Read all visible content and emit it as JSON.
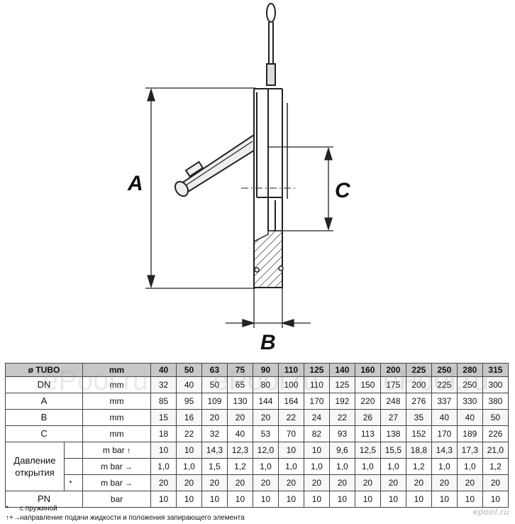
{
  "drawing": {
    "label_a": "A",
    "label_b": "B",
    "label_c": "C"
  },
  "table": {
    "header": {
      "size_label": "ø TUBO",
      "unit_label": "mm",
      "sizes": [
        "40",
        "50",
        "63",
        "75",
        "90",
        "110",
        "125",
        "140",
        "160",
        "200",
        "225",
        "250",
        "280",
        "315"
      ]
    },
    "rows": {
      "dn": {
        "label": "DN",
        "unit": "mm",
        "values": [
          "32",
          "40",
          "50",
          "65",
          "80",
          "100",
          "110",
          "125",
          "150",
          "175",
          "200",
          "225",
          "250",
          "300"
        ]
      },
      "a": {
        "label": "A",
        "unit": "mm",
        "values": [
          "85",
          "95",
          "109",
          "130",
          "144",
          "164",
          "170",
          "192",
          "220",
          "248",
          "276",
          "337",
          "330",
          "380"
        ]
      },
      "b": {
        "label": "B",
        "unit": "mm",
        "values": [
          "15",
          "16",
          "20",
          "20",
          "20",
          "22",
          "24",
          "22",
          "26",
          "27",
          "35",
          "40",
          "40",
          "50"
        ]
      },
      "c": {
        "label": "C",
        "unit": "mm",
        "values": [
          "18",
          "22",
          "32",
          "40",
          "53",
          "70",
          "82",
          "93",
          "113",
          "138",
          "152",
          "170",
          "189",
          "226"
        ]
      },
      "pressure": {
        "label_line1": "Давление",
        "label_line2": "открытия",
        "sub": [
          {
            "star": "",
            "unit": "m bar",
            "arrow": "↑",
            "values": [
              "10",
              "10",
              "14,3",
              "12,3",
              "12,0",
              "10",
              "10",
              "9,6",
              "12,5",
              "15,5",
              "18,8",
              "14,3",
              "17,3",
              "21,0"
            ]
          },
          {
            "star": "",
            "unit": "m bar",
            "arrow": "→",
            "values": [
              "1,0",
              "1,0",
              "1,5",
              "1,2",
              "1,0",
              "1,0",
              "1,0",
              "1,0",
              "1,0",
              "1,0",
              "1,2",
              "1,0",
              "1,0",
              "1,2"
            ]
          },
          {
            "star": "*",
            "unit": "m bar",
            "arrow": "→",
            "values": [
              "20",
              "20",
              "20",
              "20",
              "20",
              "20",
              "20",
              "20",
              "20",
              "20",
              "20",
              "20",
              "20",
              "20"
            ]
          }
        ]
      },
      "pn": {
        "label": "PN",
        "unit": "bar",
        "values": [
          "10",
          "10",
          "10",
          "10",
          "10",
          "10",
          "10",
          "10",
          "10",
          "10",
          "10",
          "10",
          "10",
          "10"
        ]
      }
    }
  },
  "legend": {
    "spring_symbol": "*",
    "spring_text": "с пружиной",
    "direction_symbol": "↑+→",
    "direction_text": "направление подачи жидкости и положения запирающего элемента"
  },
  "brand": "epool.ru",
  "watermarks": [
    "ePool.ru",
    "ePool.ru",
    "ePool.ru"
  ],
  "colors": {
    "header_bg": "#c8c8c8",
    "line": "#111111"
  }
}
